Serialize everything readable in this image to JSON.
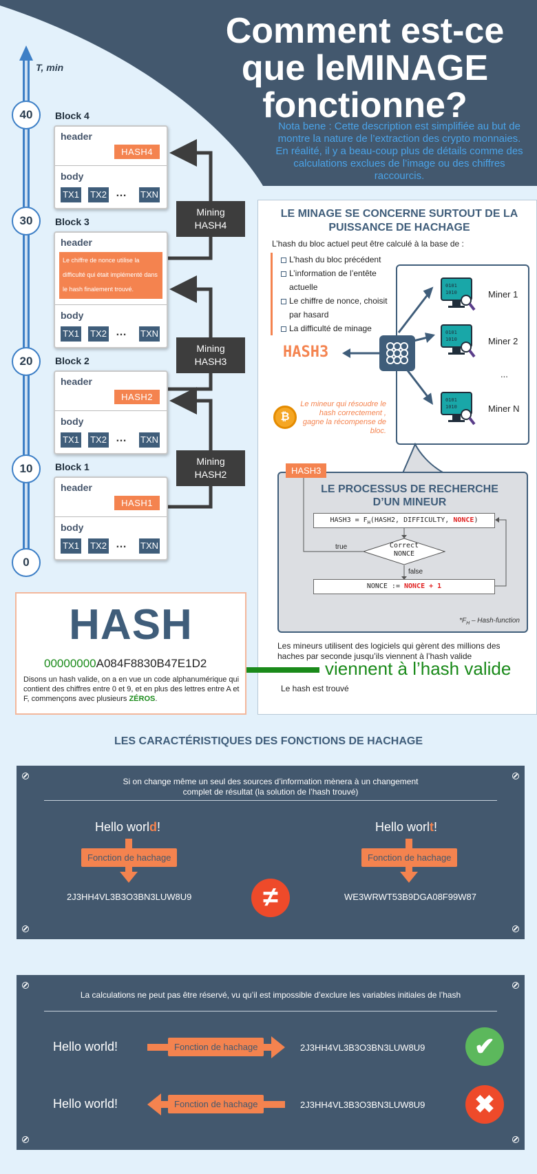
{
  "title": {
    "l1": "Comment est-ce",
    "l2": "que leMINAGE",
    "l3": "fonctionne?"
  },
  "nota": "Nota bene : Cette description est simplifiée au but de montre la nature de l’extraction des crypto monnaies. En réalité, il y a beau-coup plus de détails comme des calculations exclues de l’image ou des chiffres raccourcis.",
  "timeline": {
    "axis_label": "T, min",
    "ticks": [
      "40",
      "30",
      "20",
      "10",
      "0"
    ]
  },
  "blocks": {
    "block4": {
      "label": "Block 4",
      "header": "header",
      "hash": "HASH4",
      "body": "body"
    },
    "block3": {
      "label": "Block 3",
      "header": "header",
      "note": "Le chiffre de nonce utilise la difficulté qui était implémenté dans le hash finalement trouvé.",
      "body": "body"
    },
    "block2": {
      "label": "Block 2",
      "header": "header",
      "hash": "HASH2",
      "body": "body"
    },
    "block1": {
      "label": "Block 1",
      "header": "header",
      "hash": "HASH1",
      "body": "body"
    },
    "tx": [
      "TX1",
      "TX2",
      "TXN"
    ],
    "dots": "…"
  },
  "mining": {
    "m4": {
      "l1": "Mining",
      "l2": "HASH4"
    },
    "m3": {
      "l1": "Mining",
      "l2": "HASH3"
    },
    "m2": {
      "l1": "Mining",
      "l2": "HASH2"
    }
  },
  "panel": {
    "title": "LE MINAGE SE CONCERNE SURTOUT DE LA PUISSANCE DE HACHAGE",
    "intro": "L’hash du bloc actuel peut être calculé à la base de :",
    "bullets": [
      "L’hash du bloc précédent",
      "L’information de l’entête actuelle",
      "Le chiffre de nonce, choisit par hasard",
      "La difficulté de minage"
    ],
    "hash3": "HASH3",
    "miners": [
      "Miner 1",
      "Miner 2",
      "...",
      "Miner N"
    ],
    "reward": "Le mineur qui résoudre le hash correctement , gagne la récompense de bloc."
  },
  "process": {
    "tag": "HASH3",
    "title": "LE PROCESSUS DE RECHERCHE D’UN MINEUR",
    "formula_pre": "HASH3 = F",
    "formula_sub": "H",
    "formula_mid": "(HASH2, DIFFICULTY, ",
    "formula_nonce": "NONCE",
    "formula_end": ")",
    "diamond_l1": "Correct",
    "diamond_l2": "NONCE",
    "true_lbl": "true",
    "false_lbl": "false",
    "update_pre": "NONCE := ",
    "update_red": "NONCE + 1",
    "fn_note_pre": "*F",
    "fn_note_sub": "H",
    "fn_note_post": " – Hash-function"
  },
  "panel_footer": "Les mineurs utilisent des logiciels qui gèrent des millions des haches par seconde jusqu’ils viennent à l’hash valide",
  "valid_text": "viennent à l’hash valide",
  "found_text": "Le hash est trouvé",
  "hash_box": {
    "word": "HASH",
    "zeros": "00000000",
    "rest": "A084F8830B47E1D2",
    "desc_pre": "Disons un hash valide, on a en vue un code alphanumérique qui contient des chiffres entre 0 et 9, et en plus des lettres entre A et F, commençons avec plusieurs ",
    "desc_zeros": "ZÉROS",
    "desc_end": "."
  },
  "section_title": "LES CARACTÉRISTIQUES DES FONCTIONS DE HACHAGE",
  "panel1": {
    "caption": "Si on change même un seul des sources d’information mènera à un changement complet de résultat (la solution de l’hash trouvé)",
    "left_pre": "Hello worl",
    "left_char": "d",
    "left_post": "!",
    "right_pre": "Hello worl",
    "right_char": "t",
    "right_post": "!",
    "fn": "Fonction de hachage",
    "left_out": "2J3HH4VL3B3O3BN3LUW8U9",
    "right_out": "WE3WRWT53B9DGA08F99W87",
    "neq": "≠"
  },
  "panel2": {
    "caption": "La calculations ne peut pas être réservé, vu qu’il est impossible d’exclure les variables initiales de l’hash",
    "row1_in": "Hello world!",
    "row1_fn": "Fonction de hachage",
    "row1_out": "2J3HH4VL3B3O3BN3LUW8U9",
    "row1_mark": "✔",
    "row2_in": "Hello world!",
    "row2_fn": "Fonction de hachage",
    "row2_out": "2J3HH4VL3B3O3BN3LUW8U9",
    "row2_mark": "✖"
  },
  "colors": {
    "dark": "#43586e",
    "accent": "#f4834f",
    "blue": "#3d7fc6",
    "green": "#1a8a1a",
    "red": "#ee4a2a"
  }
}
